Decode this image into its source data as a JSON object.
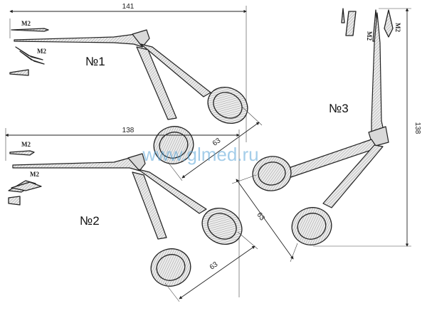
{
  "instruments": [
    {
      "label": "№1",
      "length": "141",
      "handle": "63",
      "tip": "M2"
    },
    {
      "label": "№2",
      "length": "138",
      "handle": "63",
      "tip": "M2"
    },
    {
      "label": "№3",
      "length": "138",
      "handle": "63",
      "tip": "M2"
    }
  ],
  "watermark": "www.glmed.ru"
}
